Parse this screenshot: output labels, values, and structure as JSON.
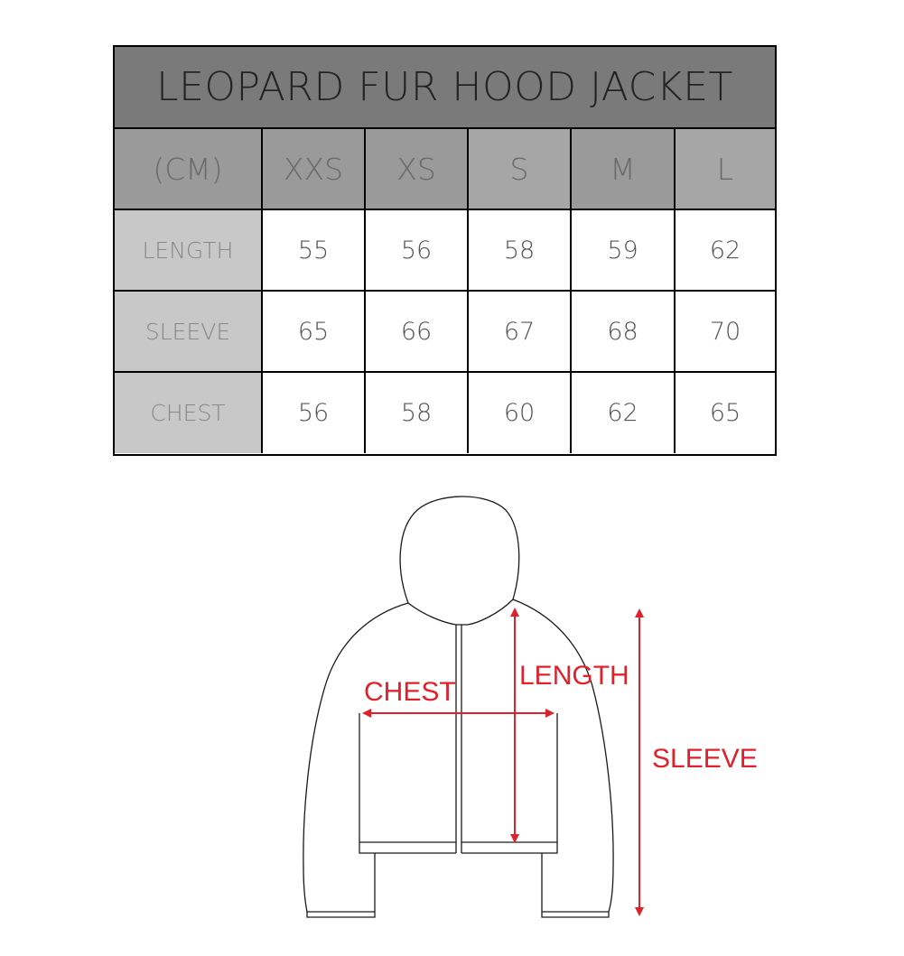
{
  "table": {
    "title": "LEOPARD FUR HOOD JACKET",
    "unit_label": "(CM)",
    "sizes": [
      "XXS",
      "XS",
      "S",
      "M",
      "L"
    ],
    "rows": [
      {
        "label": "LENGTH",
        "values": [
          "55",
          "56",
          "58",
          "59",
          "62"
        ]
      },
      {
        "label": "SLEEVE",
        "values": [
          "65",
          "66",
          "67",
          "68",
          "70"
        ]
      },
      {
        "label": "CHEST",
        "values": [
          "56",
          "58",
          "60",
          "62",
          "65"
        ]
      }
    ]
  },
  "diagram": {
    "chest_label": "CHEST",
    "length_label": "LENGTH",
    "sleeve_label": "SLEEVE",
    "measure_color": "#e0202a"
  },
  "colors": {
    "title_bg": "#7a7a7a",
    "header_bg": "#9a9a9a",
    "label_bg": "#c8c8c8"
  }
}
